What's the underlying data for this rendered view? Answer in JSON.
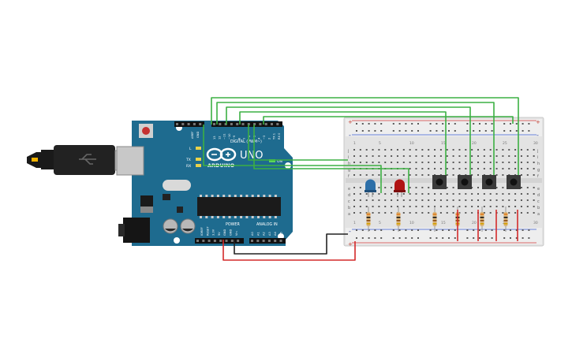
{
  "board": {
    "brand": "ARDUINO",
    "model": "UNO",
    "on_label": "ON",
    "aref_label": "AREF",
    "gnd_label": "GND",
    "digital_label": "DIGITAL (PWM~)",
    "power_label": "POWER",
    "analog_label": "ANALOG IN",
    "l_label": "L",
    "tx_label": "TX",
    "rx_label": "RX",
    "digital_pins": [
      "13",
      "12",
      "~11",
      "~10",
      "~9",
      "8",
      "7",
      "~6",
      "~5",
      "4",
      "~3",
      "2",
      "TX 1",
      "RX 0"
    ],
    "power_pins": [
      "IOREF",
      "RESET",
      "3.3V",
      "5V",
      "GND",
      "GND",
      "Vin"
    ],
    "analog_pins": [
      "A0",
      "A1",
      "A2",
      "A3",
      "A4",
      "A5"
    ]
  },
  "breadboard": {
    "row_letters_top": [
      "j",
      "i",
      "h",
      "g",
      "f"
    ],
    "row_letters_bottom": [
      "e",
      "d",
      "c",
      "b",
      "a"
    ],
    "column_numbers": [
      "1",
      "5",
      "10",
      "15",
      "20",
      "25",
      "30"
    ],
    "rail_plus": "+",
    "rail_minus": "-"
  },
  "colors": {
    "board": "#1e6b8f",
    "wire_signal": "#3cb043",
    "wire_power": "#d42a2a",
    "wire_ground": "#222222",
    "led_blue": "#2d6fa8",
    "led_red": "#b01414"
  }
}
